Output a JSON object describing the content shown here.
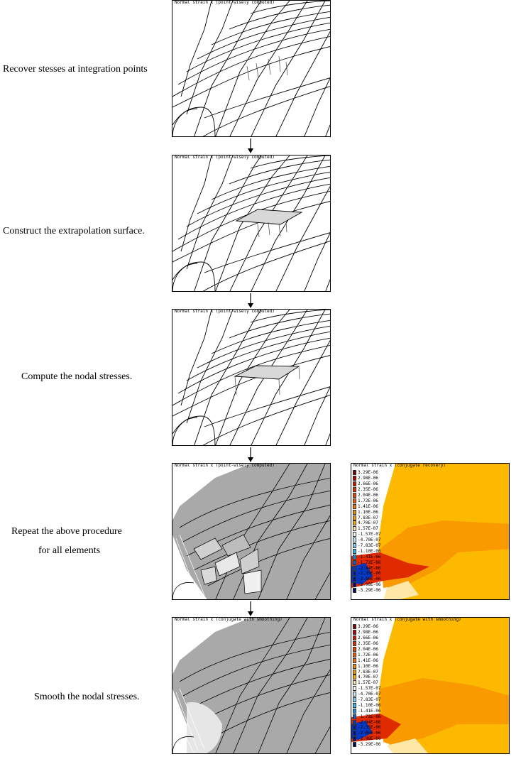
{
  "steps": [
    {
      "label": "Recover stesses at integration points",
      "caption": "Normal strain x (point-wisely computed)"
    },
    {
      "label": "Construct the extrapolation surface.",
      "caption": "Normal strain x (point-wisely computed)"
    },
    {
      "label": "Compute the nodal stresses.",
      "caption": "Normal strain x (point-wisely computed)"
    },
    {
      "label_line1": "Repeat the above procedure",
      "label_line2": "for all elements",
      "caption": "Normal strain x (point-wisely computed)",
      "contour_caption": "Normal strain x (conjugate recovery)"
    },
    {
      "label": "Smooth the nodal stresses.",
      "caption": "Normal strain x (conjugate with smoothing)",
      "contour_caption": "Normal strain x (conjugate with smoothing)"
    }
  ],
  "legend": {
    "labels": [
      "3.29E-06",
      "2.98E-06",
      "2.66E-06",
      "2.35E-06",
      "2.04E-06",
      "1.72E-06",
      "1.41E-06",
      "1.10E-06",
      "7.83E-07",
      "4.70E-07",
      "1.57E-07",
      "-1.57E-07",
      "-4.70E-07",
      "-7.83E-07",
      "-1.10E-06",
      "-1.41E-06",
      "-1.72E-06",
      "-2.04E-06",
      "-2.35E-06",
      "-2.66E-06",
      "-2.98E-06",
      "-3.29E-06"
    ],
    "colors": [
      "#7a0000",
      "#b00000",
      "#cc1a00",
      "#e02a00",
      "#ee4400",
      "#f25a00",
      "#f57000",
      "#f78600",
      "#f99a00",
      "#fbb000",
      "#fde8a8",
      "#ffffff",
      "#bfe8ff",
      "#7fd0ff",
      "#30b8f0",
      "#1a8ee8",
      "#1060d8",
      "#0838c0",
      "#0418a8",
      "#00108e",
      "#000c78",
      "#000860"
    ]
  },
  "colors": {
    "mesh_line": "#000000",
    "gray_surface": "#a9a9a9",
    "contour_base": "#fdb900",
    "contour_mid": "#f99a00",
    "contour_hot": "#e02a00"
  }
}
